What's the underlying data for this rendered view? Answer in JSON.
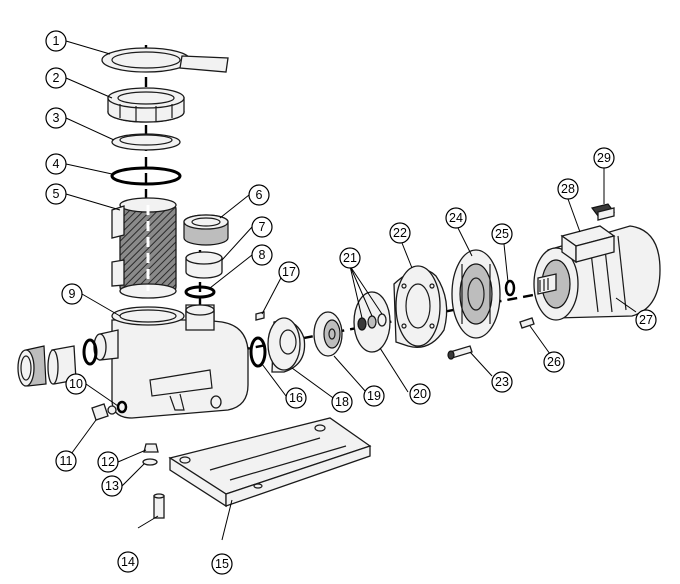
{
  "diagram": {
    "callouts": [
      {
        "label": "1"
      },
      {
        "label": "2"
      },
      {
        "label": "3"
      },
      {
        "label": "4"
      },
      {
        "label": "5"
      },
      {
        "label": "6"
      },
      {
        "label": "7"
      },
      {
        "label": "8"
      },
      {
        "label": "9"
      },
      {
        "label": "10"
      },
      {
        "label": "11"
      },
      {
        "label": "12"
      },
      {
        "label": "13"
      },
      {
        "label": "14"
      },
      {
        "label": "15"
      },
      {
        "label": "16"
      },
      {
        "label": "17"
      },
      {
        "label": "18"
      },
      {
        "label": "19"
      },
      {
        "label": "20"
      },
      {
        "label": "21"
      },
      {
        "label": "22"
      },
      {
        "label": "23"
      },
      {
        "label": "24"
      },
      {
        "label": "25"
      },
      {
        "label": "26"
      },
      {
        "label": "27"
      },
      {
        "label": "28"
      },
      {
        "label": "29"
      }
    ]
  }
}
